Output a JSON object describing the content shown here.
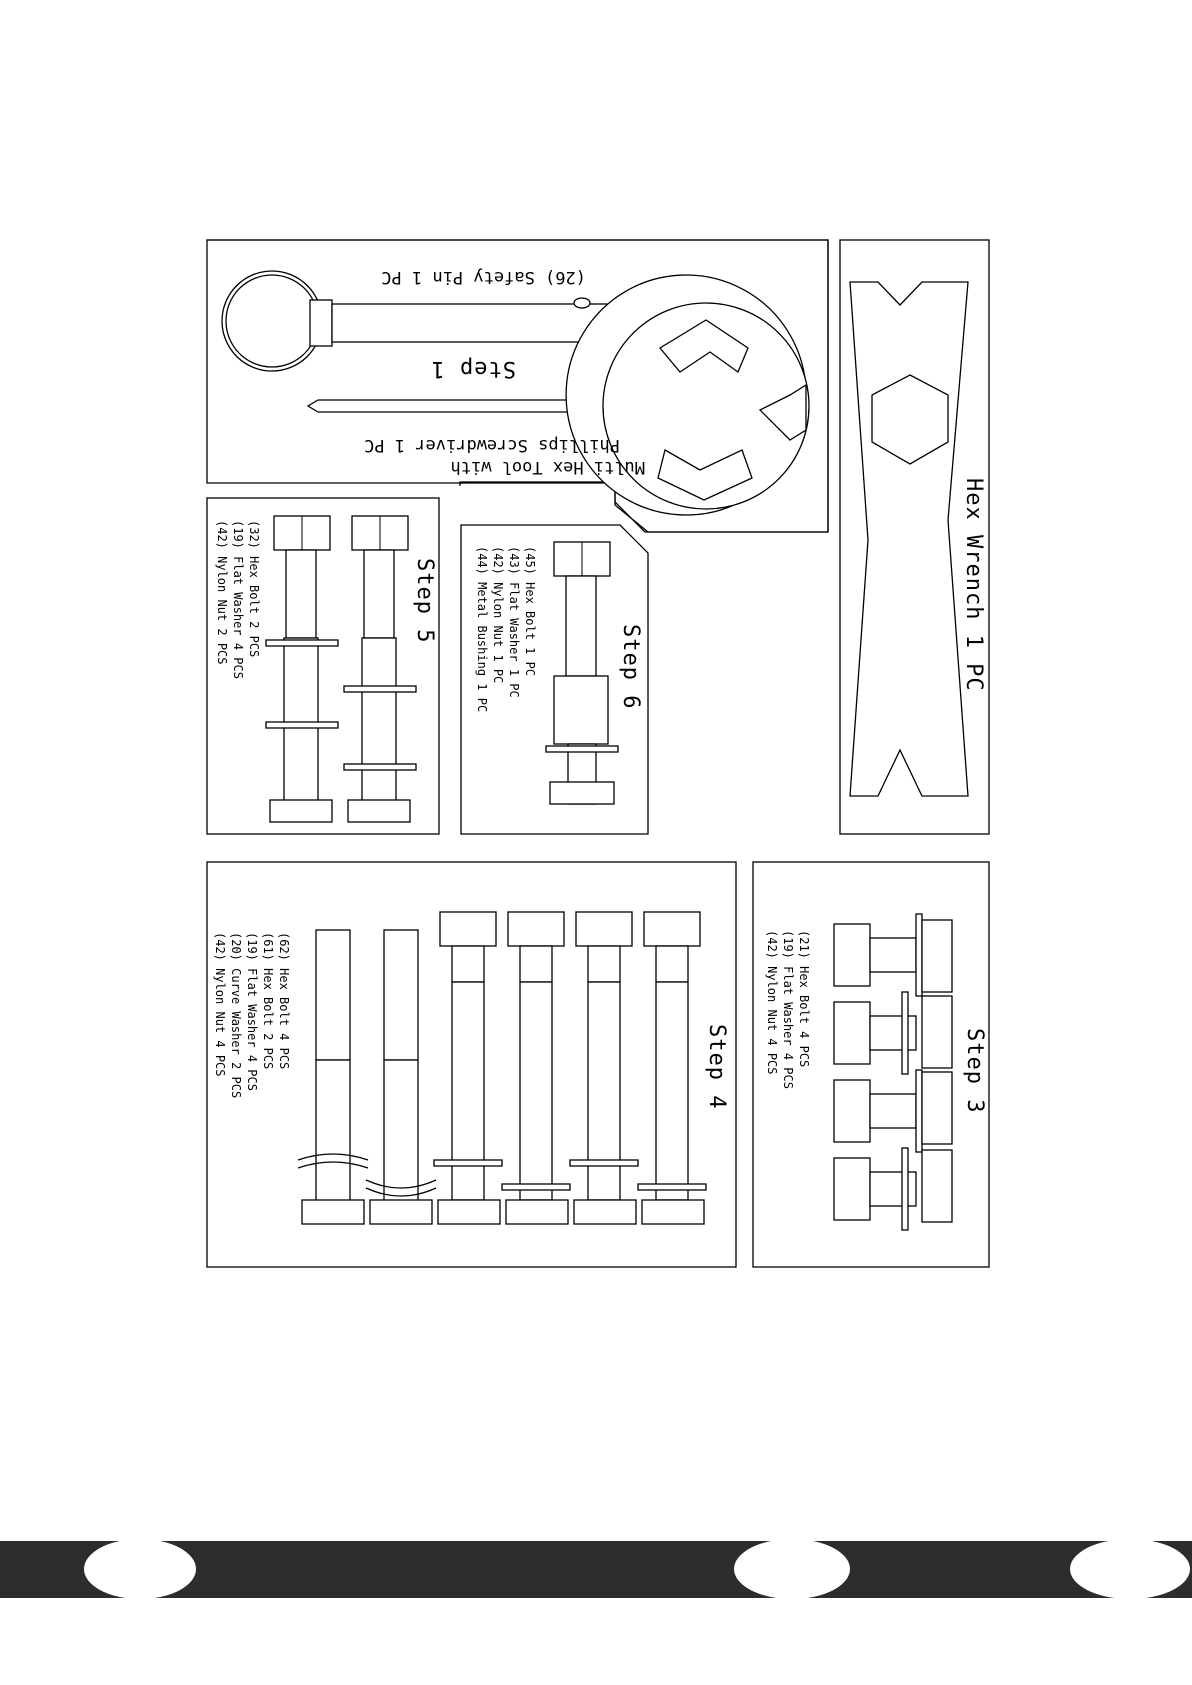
{
  "step1": {
    "title": "Step 1",
    "safety_pin": "(26) Safety Pin  1 PC",
    "multi_tool_line1": "Multi Hex Tool with",
    "multi_tool_line2": "Phillips Screwdriver  1 PC"
  },
  "hex_wrench": {
    "label": "Hex Wrench 1 PC"
  },
  "step5": {
    "title": "Step 5",
    "parts": [
      "(32) Hex Bolt 2 PCS",
      "(19) Flat Washer 4 PCS",
      "(42) Nylon Nut 2 PCS"
    ]
  },
  "step6": {
    "title": "Step 6",
    "parts": [
      "(45) Hex Bolt 1 PC",
      "(43) Flat Washer 1 PC",
      "(42) Nylon Nut 1 PC",
      "(44) Metal Bushing 1 PC"
    ]
  },
  "step4": {
    "title": "Step 4",
    "parts": [
      "(62) Hex Bolt 4 PCS",
      "(61) Hex Bolt 2 PCS",
      "(19) Flat Washer 4 PCS",
      "(20) Curve Washer 2 PCS",
      "(42) Nylon Nut 4 PCS"
    ]
  },
  "step3": {
    "title": "Step 3",
    "parts": [
      "(21) Hex Bolt 4 PCS",
      "(19) Flat Washer 4 PCS",
      "(42) Nylon Nut 4 PCS"
    ]
  },
  "colors": {
    "footer": "#2d2d2d",
    "line": "#000000",
    "page": "#ffffff"
  }
}
